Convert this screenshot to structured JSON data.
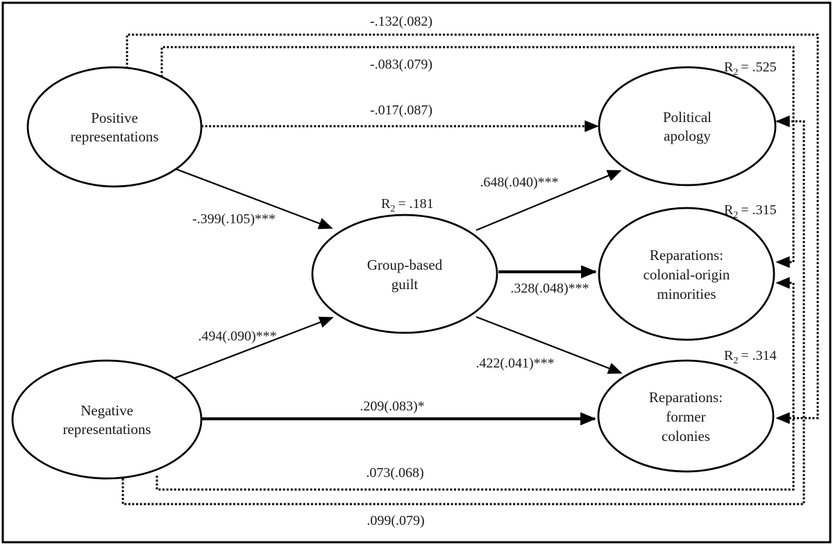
{
  "diagram": {
    "background": "#ffffff",
    "line_color": "#000000",
    "text_color": "#1a1a1a",
    "nodes": {
      "positive": {
        "line1": "Positive",
        "line2": "representations"
      },
      "negative": {
        "line1": "Negative",
        "line2": "representations"
      },
      "guilt": {
        "line1": "Group-based",
        "line2": "guilt",
        "r2_pre": "R",
        "r2_sub": "2",
        "r2_val": "= .181"
      },
      "apology": {
        "line1": "Political",
        "line2": "apology",
        "r2_pre": "R",
        "r2_sub": "2",
        "r2_val": "= .525"
      },
      "colonial": {
        "line1": "Reparations:",
        "line2": "colonial-origin",
        "line3": "minorities",
        "r2_pre": "R",
        "r2_sub": "2",
        "r2_val": "= .315"
      },
      "former": {
        "line1": "Reparations:",
        "line2": "former",
        "line3": "colonies",
        "r2_pre": "R",
        "r2_sub": "2",
        "r2_val": "= .314"
      }
    },
    "edges": {
      "positive_to_former": {
        "label": "-.132(.082)",
        "style": "dotted"
      },
      "positive_to_colonial": {
        "label": "-.083(.079)",
        "style": "dotted"
      },
      "positive_to_apology": {
        "label": "-.017(.087)",
        "style": "dotted"
      },
      "positive_to_guilt": {
        "label": "-.399(.105)***",
        "style": "solid"
      },
      "negative_to_guilt": {
        "label": ".494(.090)***",
        "style": "solid"
      },
      "negative_to_former": {
        "label": ".209(.083)*",
        "style": "solid-thick"
      },
      "negative_to_colonial": {
        "label": ".073(.068)",
        "style": "dotted"
      },
      "negative_to_apology": {
        "label": ".099(.079)",
        "style": "dotted"
      },
      "guilt_to_apology": {
        "label": ".648(.040)***",
        "style": "solid"
      },
      "guilt_to_colonial": {
        "label": ".328(.048)***",
        "style": "solid-thick"
      },
      "guilt_to_former": {
        "label": ".422(.041)***",
        "style": "solid"
      }
    }
  }
}
